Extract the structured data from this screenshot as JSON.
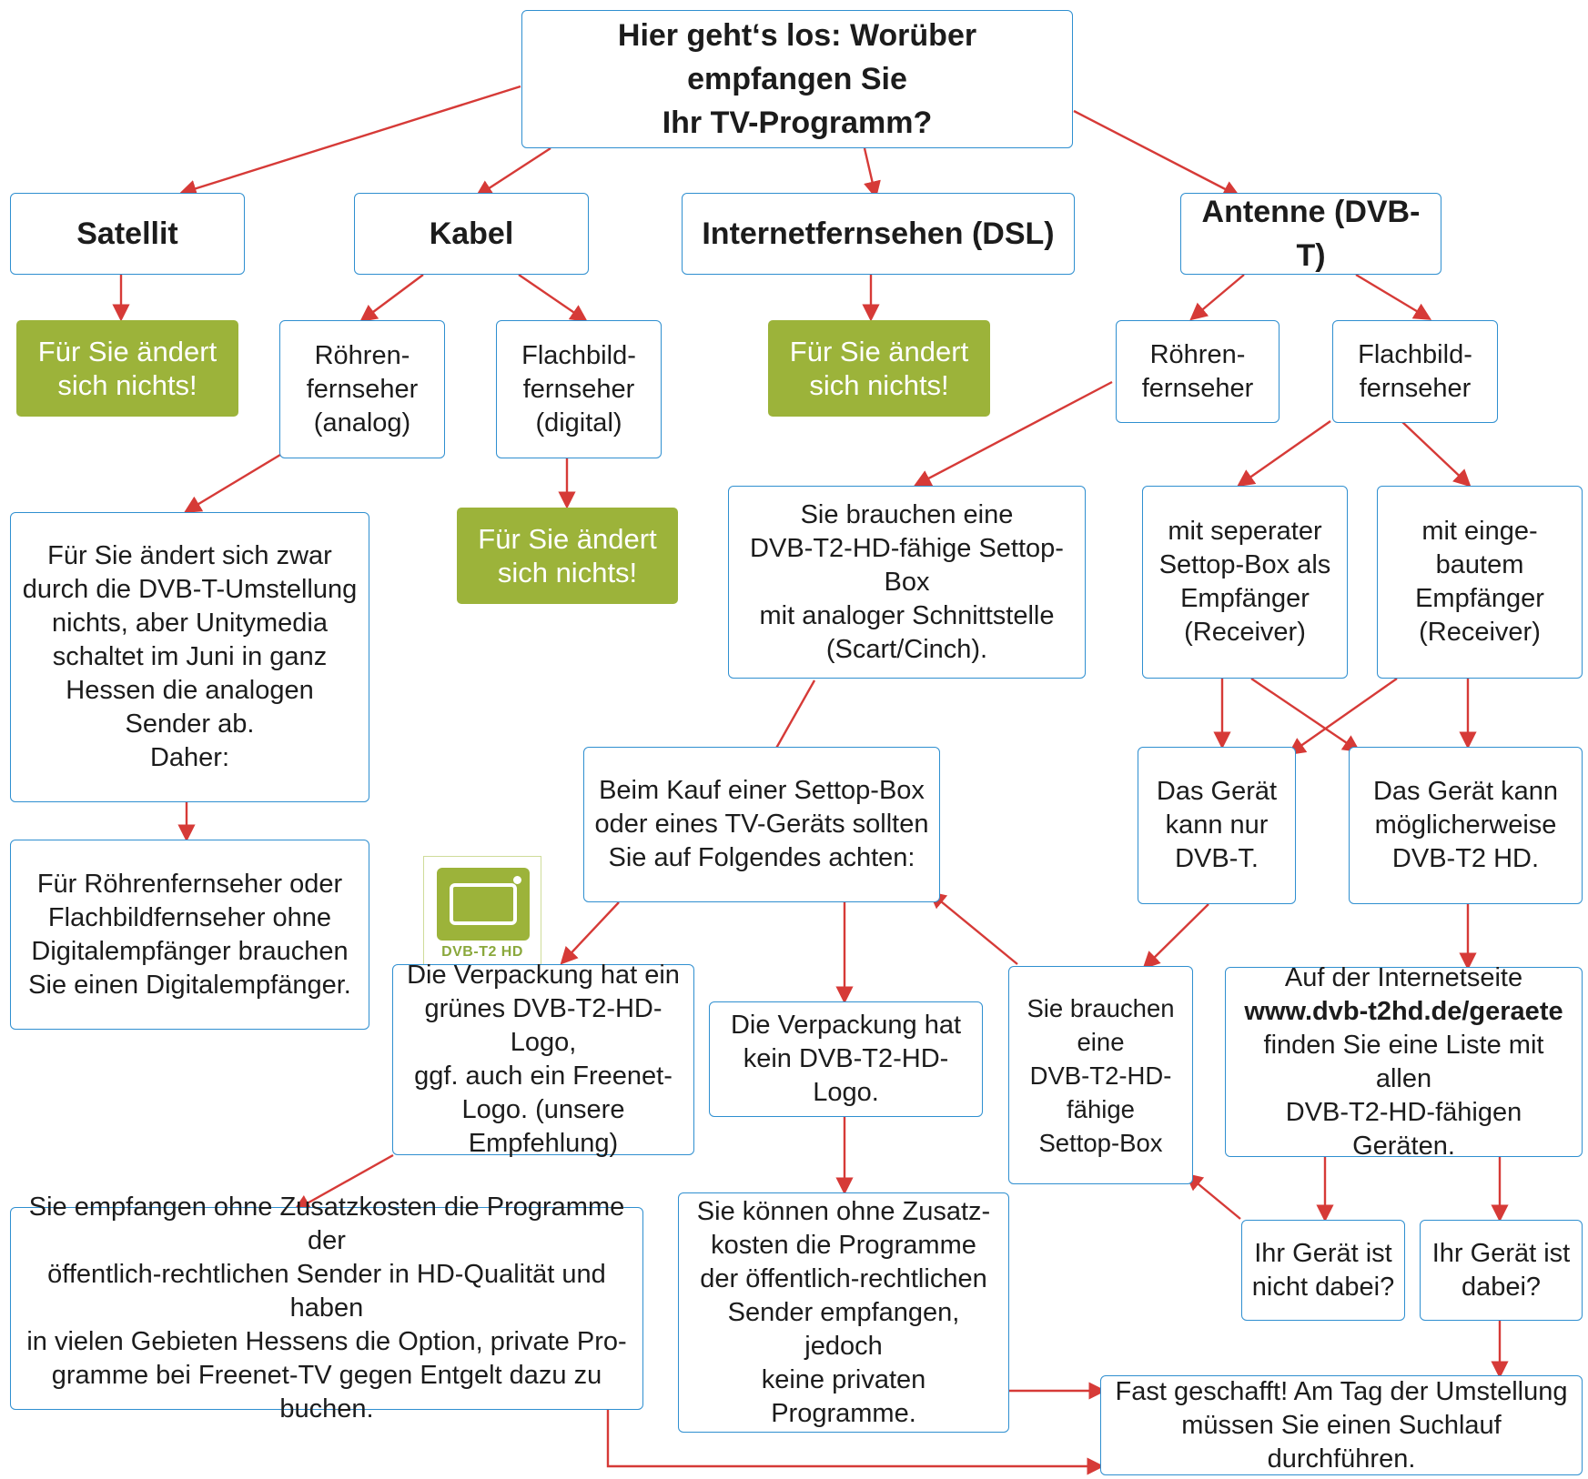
{
  "colors": {
    "box_border": "#2f8fd0",
    "arrow": "#d63a37",
    "green_box": "#9cb33a",
    "text": "#1c1c1c"
  },
  "nodes": {
    "start": "Hier geht‘s los: Worüber empfangen Sie\nIhr TV-Programm?",
    "satellit": "Satellit",
    "kabel": "Kabel",
    "dsl": "Internetfernsehen (DSL)",
    "antenne": "Antenne (DVB-T)",
    "sat_result": "Für Sie ändert\nsich nichts!",
    "kabel_roehren": "Röhren-\nfernseher\n(analog)",
    "kabel_flach": "Flachbild-\nfernseher\n(digital)",
    "dsl_result": "Für Sie ändert\nsich nichts!",
    "ant_roehren": "Röhren-\nfernseher",
    "ant_flach": "Flachbild-\nfernseher",
    "kabel_analog_info": "Für Sie ändert sich zwar\ndurch die DVB-T-Umstellung\nnichts, aber Unitymedia\nschaltet im Juni in ganz\nHessen die analogen\nSender ab.\nDaher:",
    "kabel_flach_result": "Für Sie ändert\nsich nichts!",
    "settop_analog": "Sie brauchen eine\nDVB-T2-HD-fähige Settop-Box\nmit analoger Schnittstelle\n(Scart/Cinch).",
    "separate_box": "mit seperater\nSettop-Box als\nEmpfänger\n(Receiver)",
    "builtin": "mit einge-\nbautem\nEmpfänger\n(Receiver)",
    "digital_receiver": "Für Röhrenfernseher oder\nFlachbildfernseher ohne\nDigitalempfänger brauchen\nSie einen Digitalempfänger.",
    "buying": "Beim Kauf einer Settop-Box\noder eines TV-Geräts sollten\nSie auf Folgendes achten:",
    "only_dvbt": "Das Gerät\nkann nur\nDVB-T.",
    "maybe_t2": "Das Gerät kann\nmöglicherweise\nDVB-T2 HD.",
    "logo_yes": "Die Verpackung hat ein\ngrünes DVB-T2-HD-Logo,\nggf. auch ein Freenet-\nLogo. (unsere Empfehlung)",
    "logo_no": "Die Verpackung hat\nkein DVB-T2-HD-Logo.",
    "need_box": "Sie brauchen\neine\nDVB-T2-HD-\nfähige\nSettop-Box",
    "website_pre": "Auf der Internetseite",
    "website_url": "www.dvb-t2hd.de/geraete",
    "website_post": "finden Sie eine Liste mit allen\nDVB-T2-HD-fähigen Geräten.",
    "hd_result": "Sie empfangen ohne Zusatzkosten die Programme der\nöffentlich-rechtlichen Sender in HD-Qualität und haben\nin vielen Gebieten Hessens die Option, private Pro-\ngramme bei Freenet-TV gegen Entgelt dazu zu buchen.",
    "public_only": "Sie können ohne Zusatz-\nkosten die Programme\nder öffentlich-rechtlichen\nSender empfangen, jedoch\nkeine privaten Programme.",
    "not_listed": "Ihr Gerät ist\nnicht dabei?",
    "listed": "Ihr Gerät ist\ndabei?",
    "final": "Fast geschafft! Am Tag der Umstellung\nmüssen Sie einen Suchlauf durchführen."
  },
  "logo": {
    "label": "DVB-T2 HD",
    "color": "#9cb33a"
  }
}
